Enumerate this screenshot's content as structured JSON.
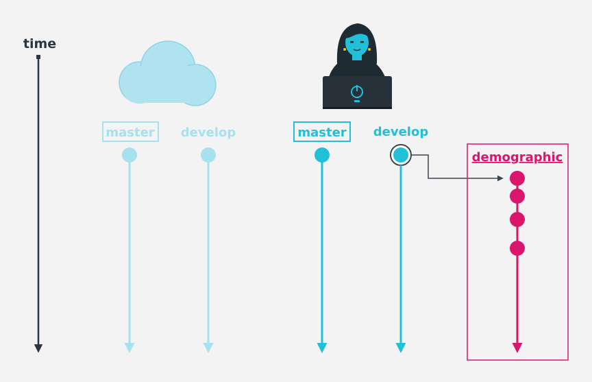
{
  "time_label": "time",
  "cloud_branches": [
    {
      "name": "master",
      "boxed": true
    },
    {
      "name": "develop",
      "boxed": false
    }
  ],
  "local_branches": [
    {
      "name": "master",
      "boxed": true
    },
    {
      "name": "develop",
      "boxed": false
    }
  ],
  "feature_branch": {
    "name": "demographic",
    "commits": 4
  },
  "icons": {
    "remote": "cloud-icon",
    "local": "developer-laptop-icon"
  },
  "colors": {
    "time_axis": "#2b3740",
    "cloud_branch": "#a6e1ee",
    "local_branch": "#22bfd9",
    "feature": "#d9166b",
    "background": "#f3f3f4"
  }
}
